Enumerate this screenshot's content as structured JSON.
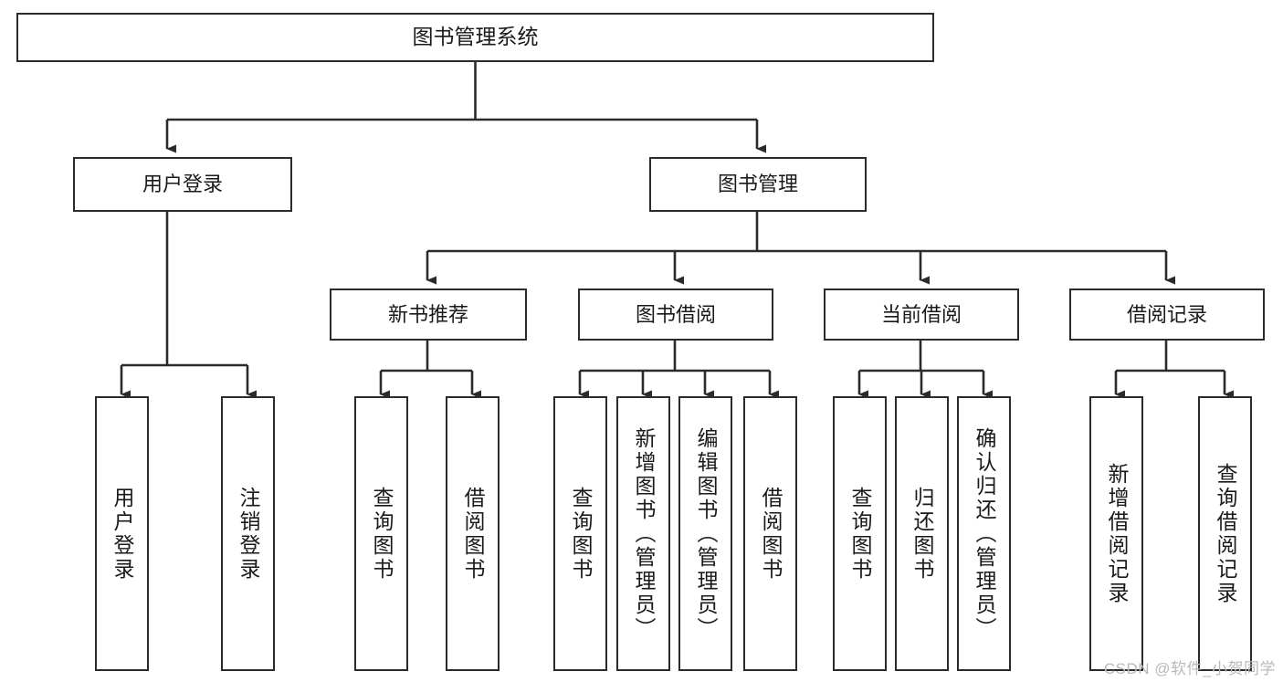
{
  "diagram": {
    "title": "图书管理系统",
    "type": "tree-hierarchy-chart",
    "root": {
      "id": "root",
      "label": "图书管理系统",
      "orientation": "horizontal"
    },
    "level2": [
      {
        "id": "user-login",
        "label": "用户登录",
        "orientation": "horizontal"
      },
      {
        "id": "book-manage",
        "label": "图书管理",
        "orientation": "horizontal"
      }
    ],
    "level3": [
      {
        "id": "new-book-recommend",
        "label": "新书推荐",
        "orientation": "horizontal",
        "parent": "book-manage"
      },
      {
        "id": "book-borrow",
        "label": "图书借阅",
        "orientation": "horizontal",
        "parent": "book-manage"
      },
      {
        "id": "current-borrow",
        "label": "当前借阅",
        "orientation": "horizontal",
        "parent": "book-manage"
      },
      {
        "id": "borrow-record",
        "label": "借阅记录",
        "orientation": "horizontal",
        "parent": "book-manage"
      }
    ],
    "leaves": [
      {
        "id": "leaf-user-login",
        "label": "用户登录",
        "parent": "user-login"
      },
      {
        "id": "leaf-user-logout",
        "label": "注销登录",
        "parent": "user-login"
      },
      {
        "id": "leaf-query-book-1",
        "label": "查询图书",
        "parent": "new-book-recommend"
      },
      {
        "id": "leaf-borrow-book-1",
        "label": "借阅图书",
        "parent": "new-book-recommend"
      },
      {
        "id": "leaf-query-book-2",
        "label": "查询图书",
        "parent": "book-borrow"
      },
      {
        "id": "leaf-add-book",
        "label": "新增图书（管理员）",
        "parent": "book-borrow"
      },
      {
        "id": "leaf-edit-book",
        "label": "编辑图书（管理员）",
        "parent": "book-borrow"
      },
      {
        "id": "leaf-borrow-book-2",
        "label": "借阅图书",
        "parent": "book-borrow"
      },
      {
        "id": "leaf-query-book-3",
        "label": "查询图书",
        "parent": "current-borrow"
      },
      {
        "id": "leaf-return-book",
        "label": "归还图书",
        "parent": "current-borrow"
      },
      {
        "id": "leaf-confirm-return",
        "label": "确认归还（管理员）",
        "parent": "current-borrow"
      },
      {
        "id": "leaf-add-record",
        "label": "新增借阅记录",
        "parent": "borrow-record"
      },
      {
        "id": "leaf-query-record",
        "label": "查询借阅记录",
        "parent": "borrow-record"
      }
    ]
  },
  "watermark": {
    "text": "CSDN @软件_小贺同学"
  },
  "colors": {
    "stroke": "#2b2b2b",
    "background": "#ffffff",
    "text": "#1a1a1a",
    "watermark": "#b9b9b9"
  }
}
